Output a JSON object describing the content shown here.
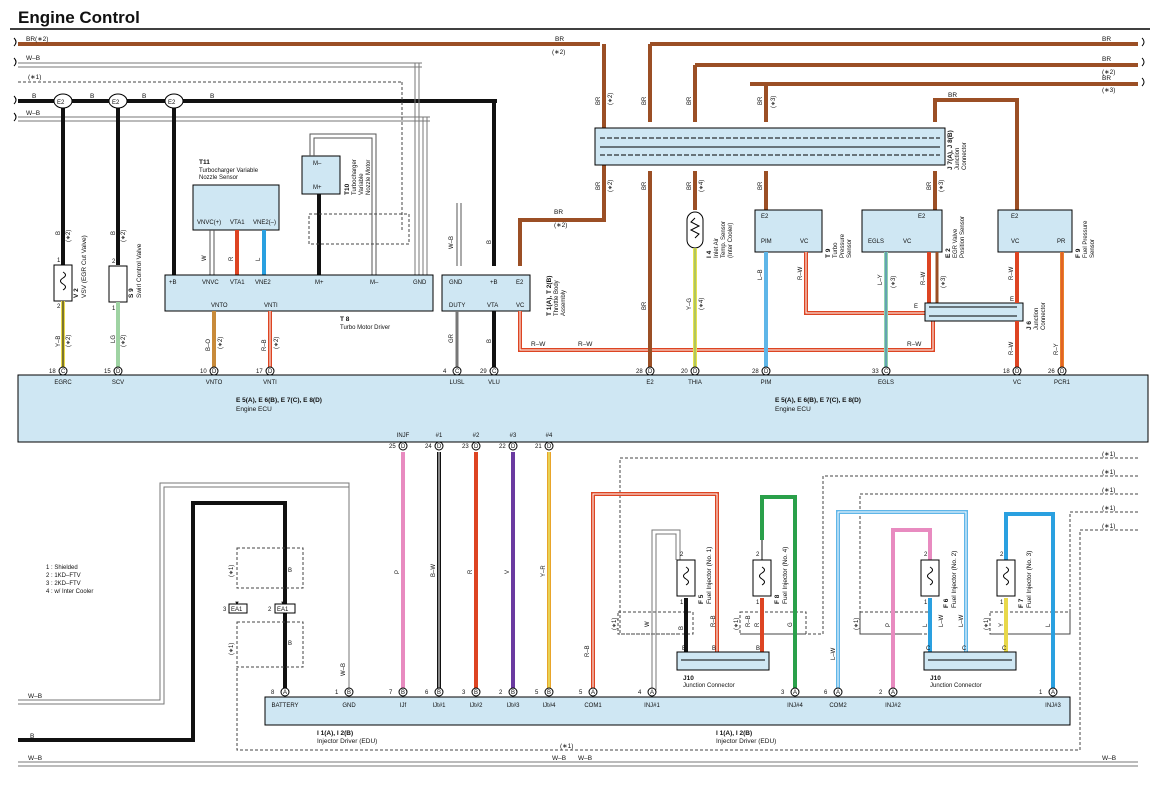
{
  "title": "Engine Control",
  "wire_labels": {
    "BR": "BR",
    "W_B": "W–B",
    "B": "B",
    "BR_2": "BR(∗2)",
    "BR_paren": "(∗2)",
    "p1": "(∗1)",
    "p2": "(∗2)",
    "p3": "(∗3)",
    "p4": "(∗4)",
    "Y_B": "Y–B",
    "LG": "LG",
    "B_O": "B–O",
    "R_B": "R–B",
    "GR": "GR",
    "B_W": "B–W",
    "Y_G": "Y–G",
    "L_B": "L–B",
    "R_W": "R–W",
    "L_Y": "L–Y",
    "R_Y": "R–Y",
    "W": "W",
    "R": "R",
    "L": "L",
    "P": "P",
    "V": "V",
    "Y_R": "Y–R",
    "G": "G",
    "L_W": "L–W",
    "Y": "Y",
    "E": "E"
  },
  "connectors": {
    "E2": "E2",
    "A": "A",
    "B": "B",
    "C": "C",
    "D": "D",
    "EA1": "EA1"
  },
  "components": {
    "v2": {
      "code": "V 2",
      "name": "VSV (EGR Cut Valve)"
    },
    "s9": {
      "code": "S 9",
      "name": "Swirl Control Valve"
    },
    "t11": {
      "code": "T11",
      "name1": "Turbocharger Variable",
      "name2": "Nozzle Sensor",
      "pins": [
        "VNVC(+)",
        "VTA1",
        "VNE2(–)"
      ]
    },
    "t10": {
      "code": "T10",
      "name1": "Turbocharger",
      "name2": "Variable",
      "name3": "Nozzle Motor",
      "pins": [
        "M–",
        "M+"
      ]
    },
    "t8": {
      "code": "T 8",
      "name": "Turbo Motor Driver",
      "pins_top": [
        "+B",
        "VNVC",
        "VTA1",
        "VNE2",
        "M+",
        "M–",
        "GND"
      ],
      "pins_bot": [
        "VNTO",
        "VNTI"
      ]
    },
    "t1": {
      "code": "T 1(A), T 2(B)",
      "name1": "Throttle Body",
      "name2": "Assembly",
      "pins_top": [
        "GND",
        "+B",
        "E2"
      ],
      "pins_bot": [
        "DUTY",
        "VTA",
        "VC"
      ]
    },
    "j7": {
      "code": "J 7(A), J 8(B)",
      "name1": "Junction",
      "name2": "Connector"
    },
    "i4": {
      "code": "I 4",
      "name1": "Inlet Air",
      "name2": "Temp. Sensor",
      "name3": "(Inter Cooler)"
    },
    "t9": {
      "code": "T 9",
      "name1": "Turbo",
      "name2": "Pressure",
      "name3": "Sensor",
      "pins": [
        "E2",
        "PIM",
        "VC"
      ]
    },
    "e2": {
      "code": "E 2",
      "name1": "EGR Valve",
      "name2": "Position Sensor",
      "pins": [
        "E2",
        "EGLS",
        "VC"
      ]
    },
    "f9": {
      "code": "F 9",
      "name1": "Fuel Pressure",
      "name2": "Sensor",
      "pins": [
        "E2",
        "VC",
        "PR"
      ]
    },
    "j6": {
      "code": "J 6",
      "name1": "Junction",
      "name2": "Connector"
    },
    "ecu": {
      "code": "E 5(A), E 6(B), E 7(C), E 8(D)",
      "name": "Engine ECU",
      "pins": [
        {
          "num": "18",
          "conn": "C",
          "name": "EGRC"
        },
        {
          "num": "15",
          "conn": "D",
          "name": "SCV"
        },
        {
          "num": "10",
          "conn": "D",
          "name": "VNTO"
        },
        {
          "num": "17",
          "conn": "D",
          "name": "VNTI"
        },
        {
          "num": "4",
          "conn": "C",
          "name": "LUSL"
        },
        {
          "num": "29",
          "conn": "C",
          "name": "VLU"
        },
        {
          "num": "28",
          "conn": "D",
          "name": "E2"
        },
        {
          "num": "20",
          "conn": "D",
          "name": "THIA"
        },
        {
          "num": "28",
          "conn": "D",
          "name": "PIM"
        },
        {
          "num": "33",
          "conn": "C",
          "name": "EGLS"
        },
        {
          "num": "18",
          "conn": "D",
          "name": "VC"
        },
        {
          "num": "26",
          "conn": "D",
          "name": "PCR1"
        }
      ],
      "inj_pins": [
        {
          "num": "25",
          "conn": "D",
          "name": "INJF"
        },
        {
          "num": "24",
          "conn": "D",
          "name": "#1"
        },
        {
          "num": "23",
          "conn": "D",
          "name": "#2"
        },
        {
          "num": "22",
          "conn": "D",
          "name": "#3"
        },
        {
          "num": "21",
          "conn": "D",
          "name": "#4"
        }
      ]
    },
    "edu": {
      "code": "I 1(A), I 2(B)",
      "name": "Injector Driver (EDU)",
      "pins": [
        {
          "num": "8",
          "conn": "A",
          "name": "BATTERY"
        },
        {
          "num": "1",
          "conn": "B",
          "name": "GND"
        },
        {
          "num": "7",
          "conn": "B",
          "name": "IJf"
        },
        {
          "num": "6",
          "conn": "B",
          "name": "IJt#1"
        },
        {
          "num": "3",
          "conn": "B",
          "name": "IJt#2"
        },
        {
          "num": "2",
          "conn": "B",
          "name": "IJt#3"
        },
        {
          "num": "5",
          "conn": "B",
          "name": "IJt#4"
        },
        {
          "num": "5",
          "conn": "A",
          "name": "COM1"
        },
        {
          "num": "4",
          "conn": "A",
          "name": "INJ#1"
        },
        {
          "num": "3",
          "conn": "A",
          "name": "INJ#4"
        },
        {
          "num": "6",
          "conn": "A",
          "name": "COM2"
        },
        {
          "num": "2",
          "conn": "A",
          "name": "INJ#2"
        },
        {
          "num": "1",
          "conn": "A",
          "name": "INJ#3"
        }
      ]
    },
    "f5": {
      "code": "F 5",
      "name": "Fuel Injector (No. 1)"
    },
    "f8": {
      "code": "F 8",
      "name": "Fuel Injector (No. 4)"
    },
    "f6": {
      "code": "F 6",
      "name": "Fuel Injector (No. 2)"
    },
    "f7": {
      "code": "F 7",
      "name": "Fuel Injector (No. 3)"
    },
    "j10": {
      "code": "J10",
      "name": "Junction Connector"
    }
  },
  "legend": [
    "1 : Shielded",
    "2 : 1KD–FTV",
    "3 : 2KD–FTV",
    "4 : w/ Inter Cooler"
  ]
}
